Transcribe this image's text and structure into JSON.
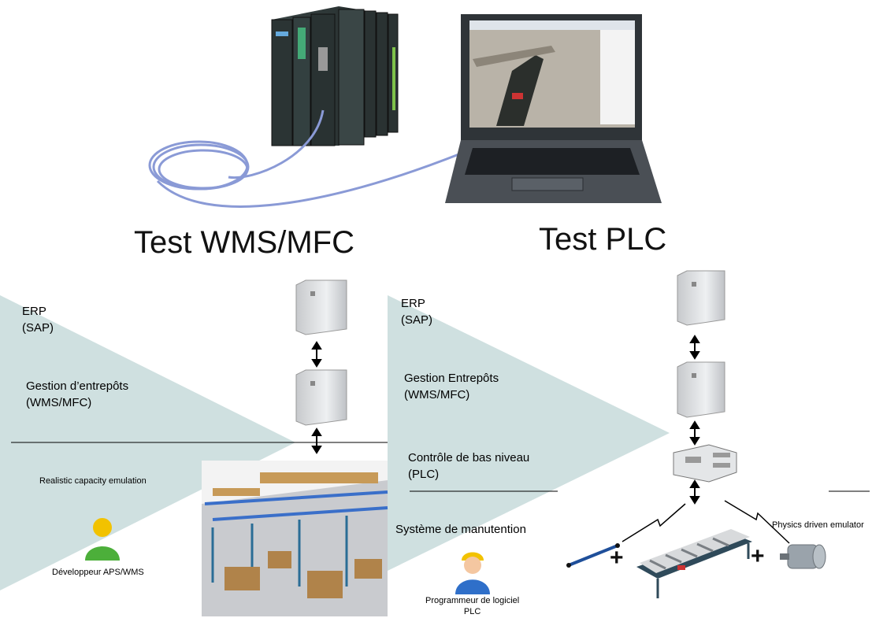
{
  "titles": {
    "left": "Test WMS/MFC",
    "right": "Test PLC"
  },
  "left_panel": {
    "erp": [
      "ERP",
      "(SAP)"
    ],
    "wms": [
      "Gestion d’entrepôts",
      "(WMS/MFC)"
    ],
    "emulation": "Realistic capacity emulation",
    "user": "Développeur APS/WMS"
  },
  "right_panel": {
    "erp": [
      "ERP",
      "(SAP)"
    ],
    "wms": [
      "Gestion Entrepôts",
      "(WMS/MFC)"
    ],
    "plc": [
      "Contrôle de bas niveau",
      "(PLC)"
    ],
    "handling": "Système de manutention",
    "emulator": "Physics driven emulator",
    "user": [
      "Programmeur de logiciel",
      "PLC"
    ],
    "plus": "+"
  },
  "colors": {
    "triangle": "#cfe0e0",
    "server": "#d9dadc",
    "plc_hardware": "#2f3a3a",
    "cable": "#7c8fd0",
    "laptop": "#3d4145",
    "person_green": "#4caf3a",
    "person_blue": "#2f6fc9",
    "helmet": "#f2c200"
  },
  "icons": [
    "plc-hardware-icon",
    "laptop-icon",
    "server-icon",
    "plc-module-icon",
    "person-icon",
    "worker-icon",
    "conveyor-icon",
    "motor-icon",
    "sensor-rod-icon",
    "warehouse-3d-view"
  ]
}
